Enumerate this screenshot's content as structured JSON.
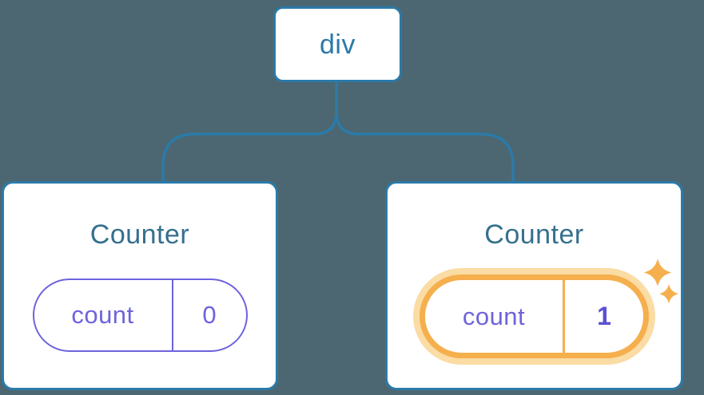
{
  "diagram": {
    "description": "Component tree: a div root element with two Counter children; the second Counter's state updated (count 1) and is highlighted with sparkles",
    "root": {
      "label": "div"
    },
    "children": [
      {
        "title": "Counter",
        "state_key": "count",
        "state_value": "0",
        "highlighted": false
      },
      {
        "title": "Counter",
        "state_key": "count",
        "state_value": "1",
        "highlighted": true
      }
    ]
  },
  "icons": {
    "sparkle": "sparkle-icon"
  },
  "colors": {
    "background": "#4C6771",
    "node_border_blue": "#2B7AA9",
    "node_text_blue": "#2B79A8",
    "counter_title_blue": "#35708E",
    "connector_blue": "#2B7AA9",
    "state_purple": "#6E63DC",
    "state_value_purple_bold": "#5A50D2",
    "highlight_orange": "#F5AF4D",
    "highlight_halo_orange": "#FADCA4",
    "card_background": "#FFFFFF"
  }
}
